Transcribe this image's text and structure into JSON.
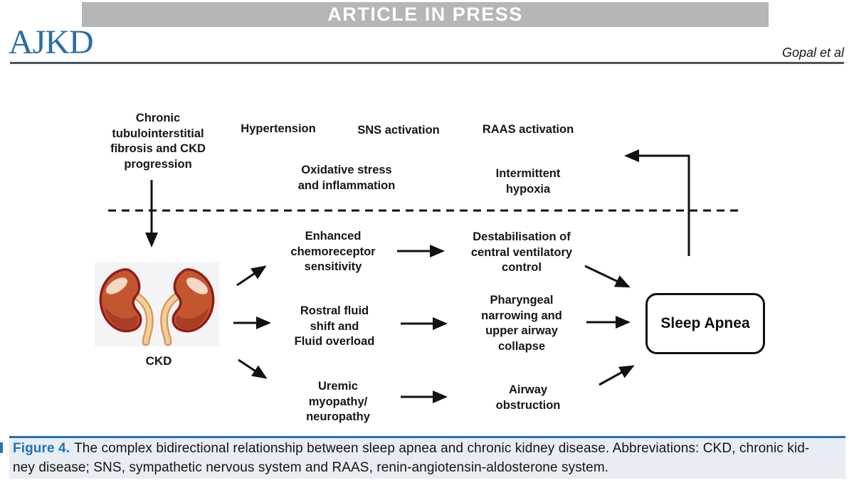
{
  "banner": {
    "text": "ARTICLE IN PRESS"
  },
  "header": {
    "logo": "AJKD",
    "byline": "Gopal et al"
  },
  "colors": {
    "banner_bg": "#b4b6b8",
    "logo_blue": "#2a6ea6",
    "caption_accent": "#1c75bc",
    "caption_bg": "#e8edf3",
    "diagram_ink": "#111111"
  },
  "diagram": {
    "top_labels": {
      "fibrosis": "Chronic\ntubulointerstitial\nfibrosis and CKD\nprogression",
      "hypertension": "Hypertension",
      "sns": "SNS activation",
      "raas": "RAAS activation",
      "oxidative": "Oxidative stress\nand inflammation",
      "hypoxia": "Intermittent\nhypoxia"
    },
    "ckd_label": "CKD",
    "middle_labels": {
      "chemoreceptor": "Enhanced\nchemoreceptor\nsensitivity",
      "rostral": "Rostral fluid\nshift and\nFluid overload",
      "uremic": "Uremic\nmyopathy/\nneuropathy"
    },
    "right_labels": {
      "destabilisation": "Destabilisation of\ncentral ventilatory\ncontrol",
      "pharyngeal": "Pharyngeal\nnarrowing and\nupper airway\ncollapse",
      "airway": "Airway\nobstruction"
    },
    "outcome": "Sleep Apnea"
  },
  "caption": {
    "label": "Figure 4.",
    "line1": "The complex bidirectional relationship between sleep apnea and chronic kidney disease. Abbreviations: CKD, chronic kid-",
    "line2": "ney disease; SNS, sympathetic nervous system and RAAS, renin-angiotensin-aldosterone system."
  }
}
